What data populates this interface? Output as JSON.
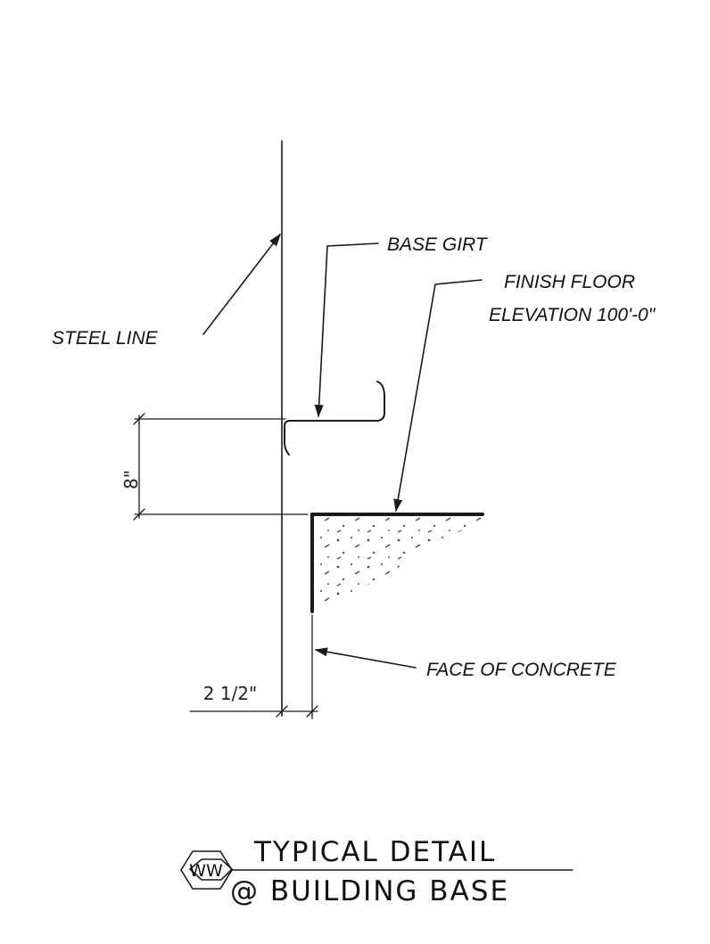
{
  "labels": {
    "steel_line": "STEEL LINE",
    "base_girt": "BASE GIRT",
    "finish_floor_line1": "FINISH FLOOR",
    "finish_floor_line2": "ELEVATION 100'-0\"",
    "face_of_concrete": "FACE OF CONCRETE"
  },
  "dimensions": {
    "height": "8\"",
    "offset": "2 1/2\""
  },
  "title_block": {
    "tag": "WW",
    "line1": "TYPICAL DETAIL",
    "line2": "@ BUILDING BASE"
  }
}
